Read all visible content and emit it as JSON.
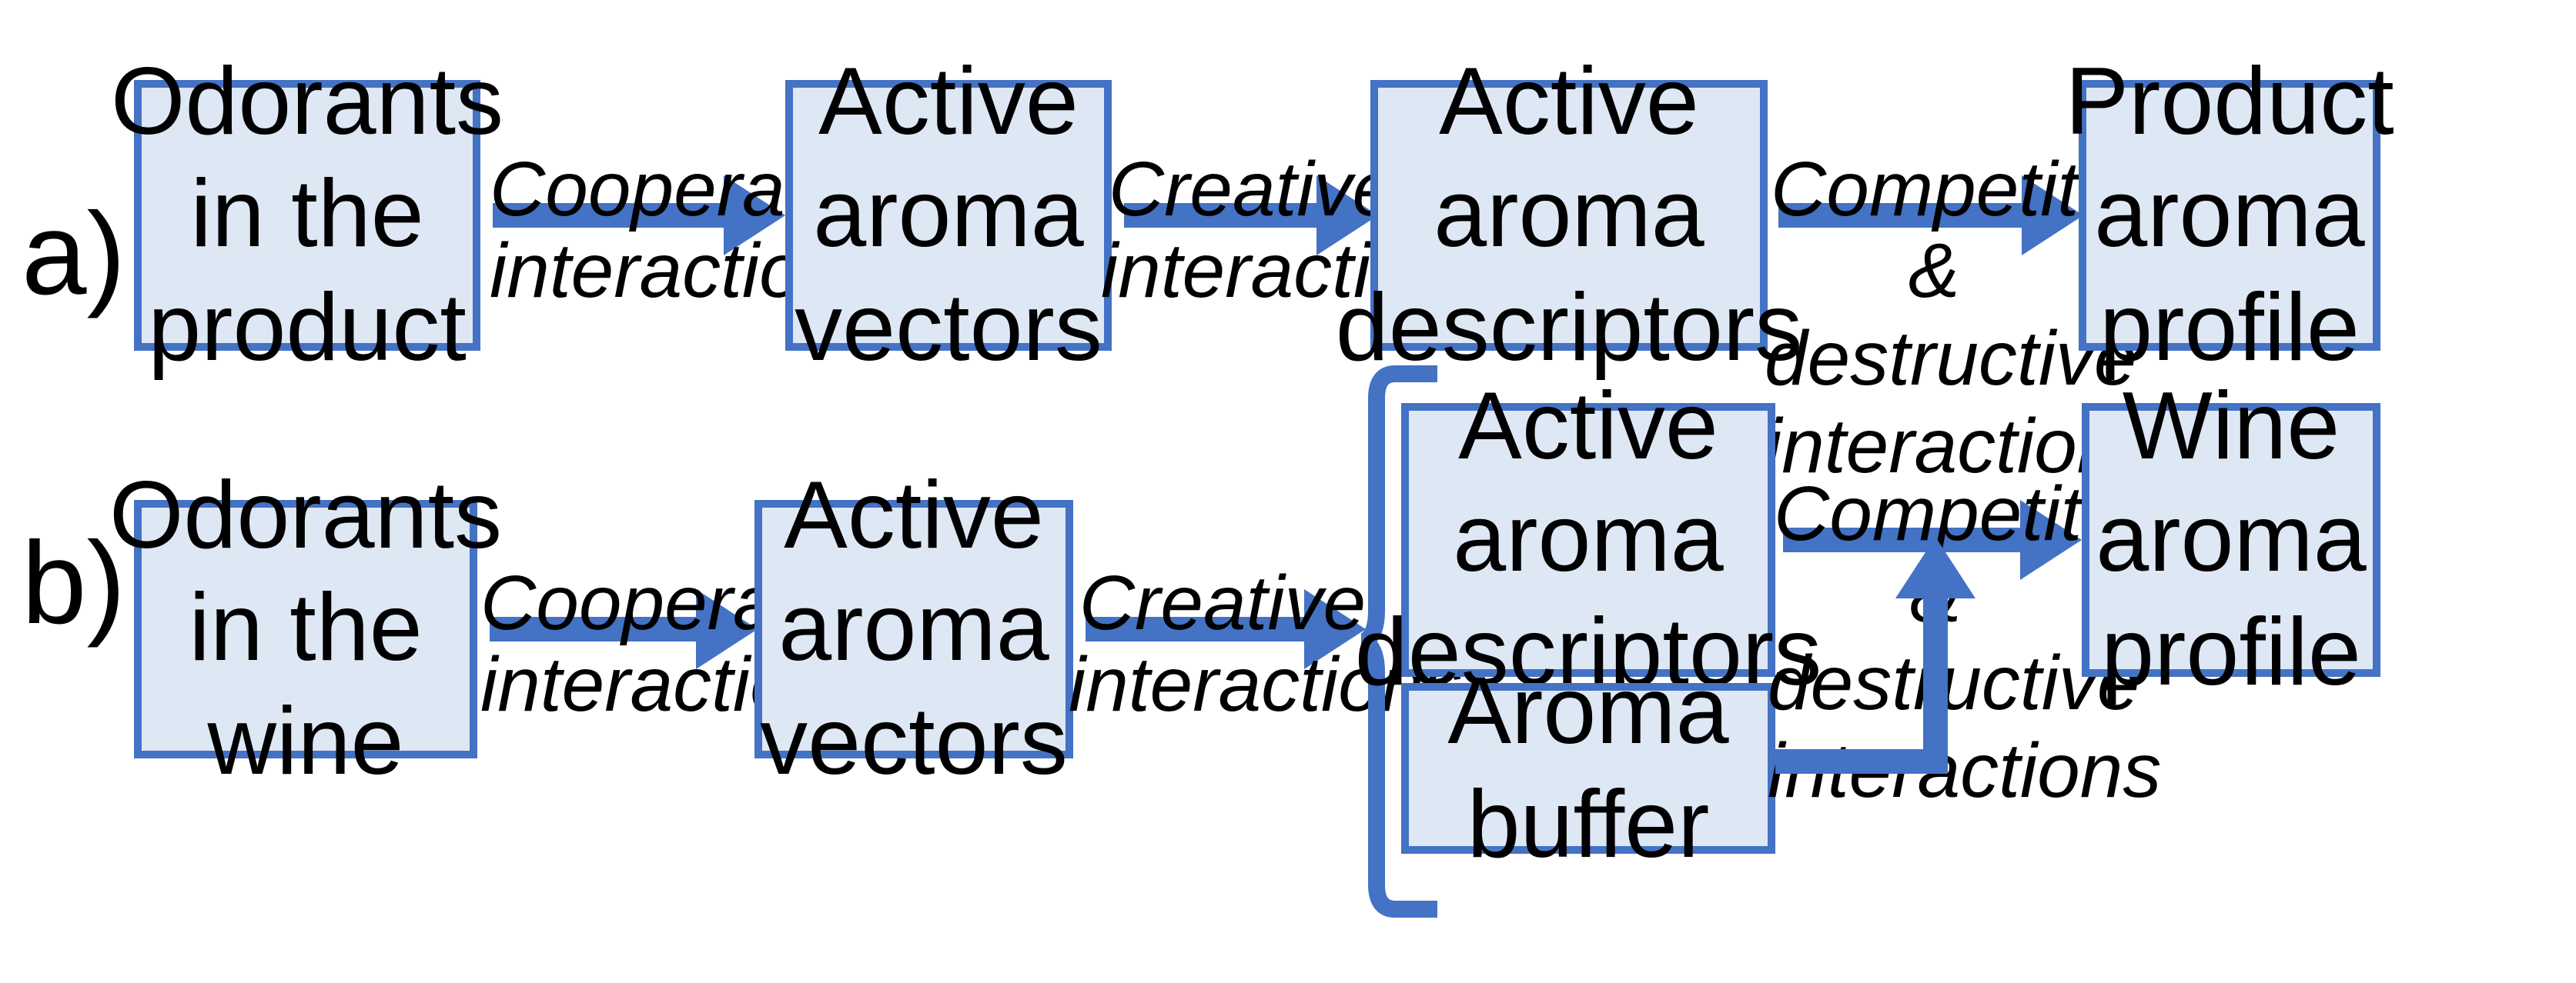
{
  "figure": {
    "colors": {
      "box_fill": "#DEE7F4",
      "box_border": "#4472C4",
      "arrow": "#4472C4",
      "text": "#000000",
      "background": "#FFFFFF"
    }
  },
  "panels": [
    {
      "letter": "a)",
      "nodes": [
        {
          "id": "odorants-product",
          "label": "Odorants\nin the\nproduct"
        },
        {
          "id": "active-aroma-vectors-a",
          "label": "Active\naroma\nvectors"
        },
        {
          "id": "active-aroma-descriptors-a",
          "label": "Active\naroma\ndescriptors"
        },
        {
          "id": "product-aroma-profile",
          "label": "Product\naroma\nprofile"
        }
      ],
      "edges": [
        {
          "id": "edge-cooperative-a",
          "label_above": "Cooperative",
          "label_below": "interactions"
        },
        {
          "id": "edge-creative-a",
          "label_above": "Creative",
          "label_below": "interactions"
        },
        {
          "id": "edge-competitive-a",
          "label_above": "Competitive",
          "label_below": "& destructive\ninteractions"
        }
      ]
    },
    {
      "letter": "b)",
      "nodes": [
        {
          "id": "odorants-wine",
          "label": "Odorants\nin the\nwine"
        },
        {
          "id": "active-aroma-vectors-b",
          "label": "Active\naroma\nvectors"
        },
        {
          "id": "active-aroma-descriptors-b",
          "label": "Active\naroma\ndescriptors"
        },
        {
          "id": "aroma-buffer",
          "label": "Aroma\nbuffer"
        },
        {
          "id": "wine-aroma-profile",
          "label": "Wine\naroma\nprofile"
        }
      ],
      "edges": [
        {
          "id": "edge-cooperative-b",
          "label_above": "Cooperative",
          "label_below": "interactions"
        },
        {
          "id": "edge-creative-b",
          "label_above": "Creative",
          "label_below": "interactions"
        },
        {
          "id": "edge-competitive-b",
          "label_above": "Competitive",
          "label_below": "& destructive\ninteractions"
        },
        {
          "id": "edge-buffer-feedback",
          "label_above": "",
          "label_below": ""
        }
      ]
    }
  ]
}
